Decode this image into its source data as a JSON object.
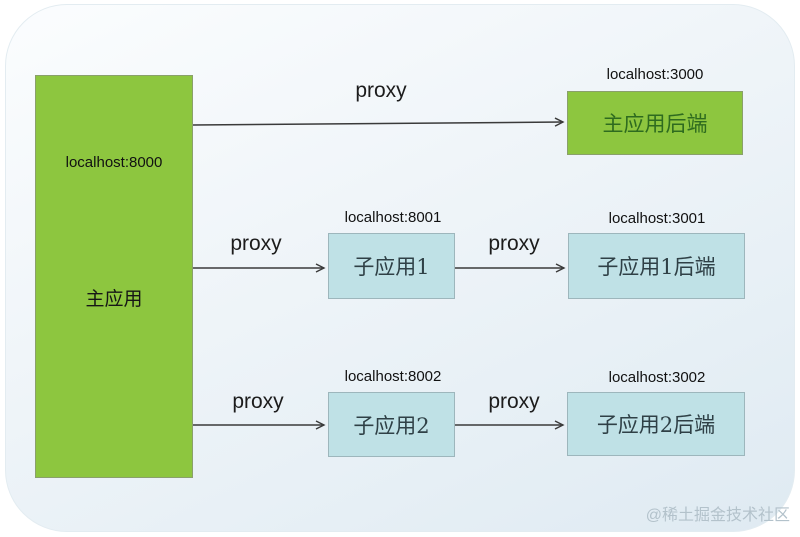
{
  "nodes": {
    "main_app": {
      "host": "localhost:8000",
      "label": "主应用"
    },
    "main_backend": {
      "host": "localhost:3000",
      "label": "主应用后端"
    },
    "sub_app_1": {
      "host": "localhost:8001",
      "label": "子应用1"
    },
    "sub_backend_1": {
      "host": "localhost:3001",
      "label": "子应用1后端"
    },
    "sub_app_2": {
      "host": "localhost:8002",
      "label": "子应用2"
    },
    "sub_backend_2": {
      "host": "localhost:3002",
      "label": "子应用2后端"
    }
  },
  "labels": {
    "proxy": "proxy"
  },
  "watermark": "@稀土掘金技术社区",
  "colors": {
    "node_green_fill": "#8dc63f",
    "node_blue_fill": "#bfe1e6",
    "backend_green_text": "#2e6b1f",
    "card_background": "#e9f2f7",
    "arrow_stroke": "#3a3a3a",
    "watermark_text": "#b3c2cb"
  }
}
